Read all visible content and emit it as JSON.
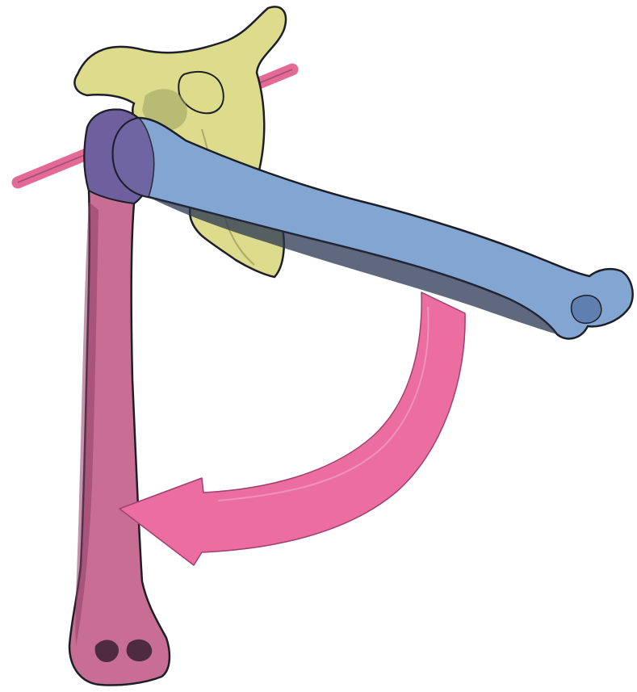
{
  "colors": {
    "background": "#ffffff",
    "scapula": "#dcdc8c",
    "humerus_rest": "#c86e94",
    "humerus_abducted": "#82a5d2",
    "overlap": "#6e5f9e",
    "axis_rod": "#e46a96",
    "motion_arrow": "#ec6ea0",
    "outline": "#1e1e28"
  },
  "icons": [
    "scapula",
    "humerus-at-rest",
    "humerus-abducted",
    "rotation-axis-rod",
    "motion-arrow"
  ]
}
